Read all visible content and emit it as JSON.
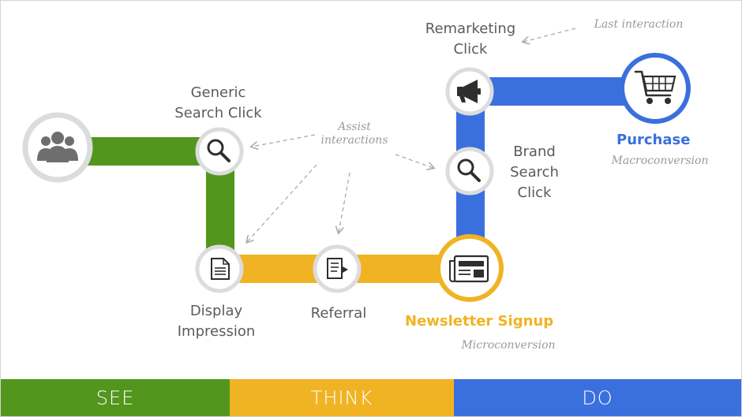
{
  "colors": {
    "see": "#52961e",
    "think": "#f0b323",
    "do": "#3a6fde",
    "node_ring": "#dcdcdc",
    "icon": "#3a3a3a"
  },
  "nodes": {
    "audience": {
      "icon": "users-icon"
    },
    "generic_search": {
      "label": "Generic\nSearch Click",
      "icon": "search-icon"
    },
    "display": {
      "label": "Display\nImpression",
      "icon": "document-icon"
    },
    "referral": {
      "label": "Referral",
      "icon": "referral-icon"
    },
    "newsletter": {
      "label": "Newsletter Signup",
      "sublabel": "Microconversion",
      "icon": "newspaper-icon"
    },
    "brand_search": {
      "label": "Brand\nSearch\nClick",
      "icon": "search-icon"
    },
    "remarketing": {
      "label": "Remarketing\nClick",
      "icon": "megaphone-icon"
    },
    "purchase": {
      "label": "Purchase",
      "sublabel": "Macroconversion",
      "icon": "shopping-cart-icon"
    }
  },
  "annotations": {
    "assist": "Assist\ninteractions",
    "last": "Last interaction"
  },
  "stages": [
    {
      "label": "SEE"
    },
    {
      "label": "THINK"
    },
    {
      "label": "DO"
    }
  ]
}
